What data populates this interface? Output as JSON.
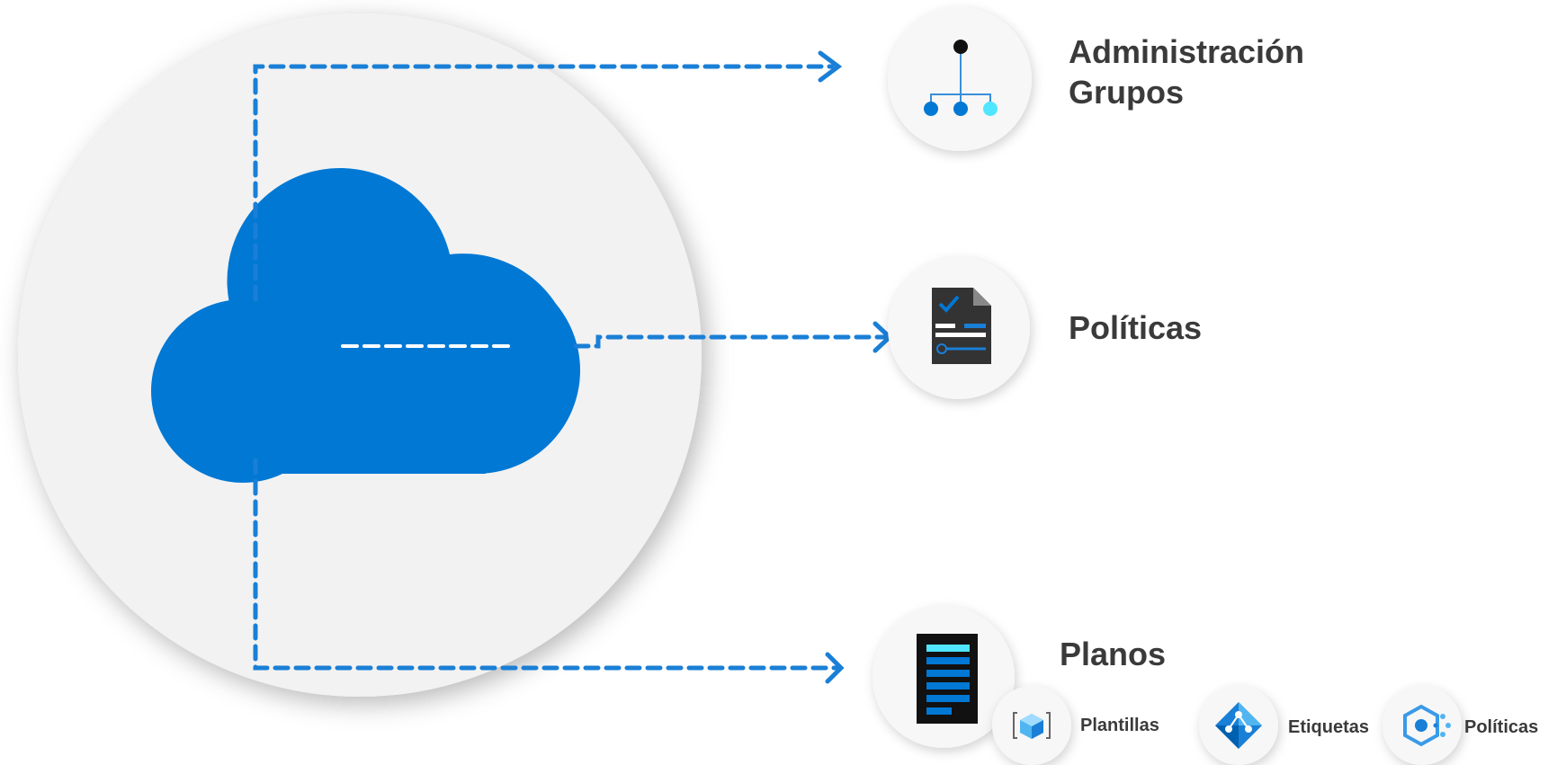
{
  "labels": {
    "management_groups_line1": "Administración",
    "management_groups_line2": "Grupos",
    "policies": "Políticas",
    "blueprints": "Planos",
    "templates": "Plantillas",
    "tags": "Etiquetas",
    "policies_small": "Políticas"
  },
  "icons": {
    "cloud": "cloud-icon",
    "management_groups": "hierarchy-icon",
    "policies": "policy-document-icon",
    "blueprints": "blueprint-icon",
    "templates": "template-cube-icon",
    "tags": "tag-diamond-icon",
    "policies_small": "policy-hex-icon"
  },
  "colors": {
    "azure_blue": "#0078D4",
    "connector_blue": "#1A7FD6",
    "light_cyan": "#50E6FF",
    "big_circle": "#F2F2F2",
    "icon_circle": "#F7F7F7",
    "text": "#3A3A3A"
  }
}
